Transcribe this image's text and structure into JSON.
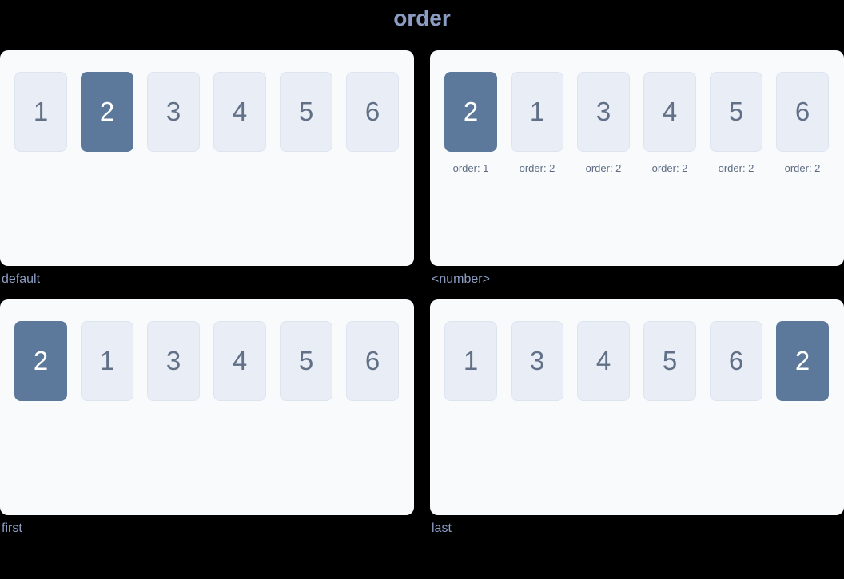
{
  "title": "order",
  "colors": {
    "background": "#000000",
    "accent": "#8b9dc3",
    "panel_bg": "#f8fafc",
    "box_bg": "#e9eef6",
    "box_border": "#dce4f0",
    "box_text": "#617086",
    "highlight_bg": "#5c789b",
    "highlight_text": "#ffffff",
    "caption_text": "#5d6b82"
  },
  "panels": [
    {
      "name": "default",
      "label": "default",
      "boxes": [
        {
          "value": "1",
          "highlight": false
        },
        {
          "value": "2",
          "highlight": true
        },
        {
          "value": "3",
          "highlight": false
        },
        {
          "value": "4",
          "highlight": false
        },
        {
          "value": "5",
          "highlight": false
        },
        {
          "value": "6",
          "highlight": false
        }
      ]
    },
    {
      "name": "number",
      "label": "<number>",
      "boxes": [
        {
          "value": "2",
          "highlight": true,
          "caption": "order: 1"
        },
        {
          "value": "1",
          "highlight": false,
          "caption": "order: 2"
        },
        {
          "value": "3",
          "highlight": false,
          "caption": "order: 2"
        },
        {
          "value": "4",
          "highlight": false,
          "caption": "order: 2"
        },
        {
          "value": "5",
          "highlight": false,
          "caption": "order: 2"
        },
        {
          "value": "6",
          "highlight": false,
          "caption": "order: 2"
        }
      ]
    },
    {
      "name": "first",
      "label": "first",
      "boxes": [
        {
          "value": "2",
          "highlight": true
        },
        {
          "value": "1",
          "highlight": false
        },
        {
          "value": "3",
          "highlight": false
        },
        {
          "value": "4",
          "highlight": false
        },
        {
          "value": "5",
          "highlight": false
        },
        {
          "value": "6",
          "highlight": false
        }
      ]
    },
    {
      "name": "last",
      "label": "last",
      "boxes": [
        {
          "value": "1",
          "highlight": false
        },
        {
          "value": "3",
          "highlight": false
        },
        {
          "value": "4",
          "highlight": false
        },
        {
          "value": "5",
          "highlight": false
        },
        {
          "value": "6",
          "highlight": false
        },
        {
          "value": "2",
          "highlight": true
        }
      ]
    }
  ]
}
